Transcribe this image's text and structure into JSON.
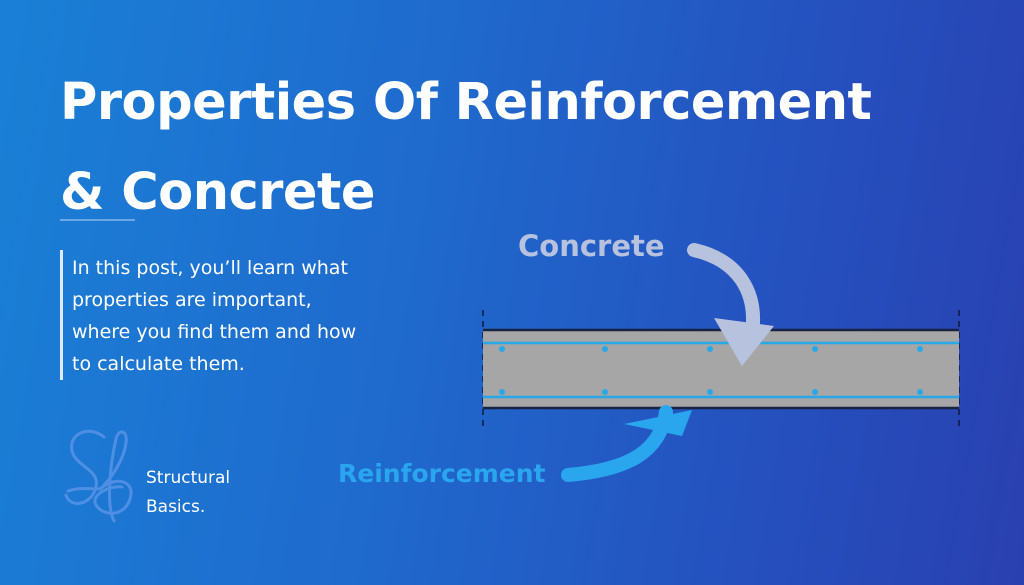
{
  "title": {
    "line1": "Properties Of Reinforcement",
    "line2": "& Concrete"
  },
  "intro": {
    "lines": [
      "In this post, you’ll learn what",
      "properties are important,",
      "where you find them and how",
      "to calculate them."
    ]
  },
  "brand": {
    "line1": "Structural",
    "line2": "Basics."
  },
  "diagram": {
    "concrete_label": "Concrete",
    "reinforcement_label": "Reinforcement",
    "rebars_per_layer": 5,
    "colors": {
      "concrete": "#a6a6a6",
      "rebar": "#29a8e8",
      "concrete_label": "#b7c2df",
      "reinforcement_label": "#2aa6ee"
    }
  },
  "colors": {
    "background_start": "#1a80d6",
    "background_end": "#2a40b0",
    "text": "#ffffff"
  }
}
